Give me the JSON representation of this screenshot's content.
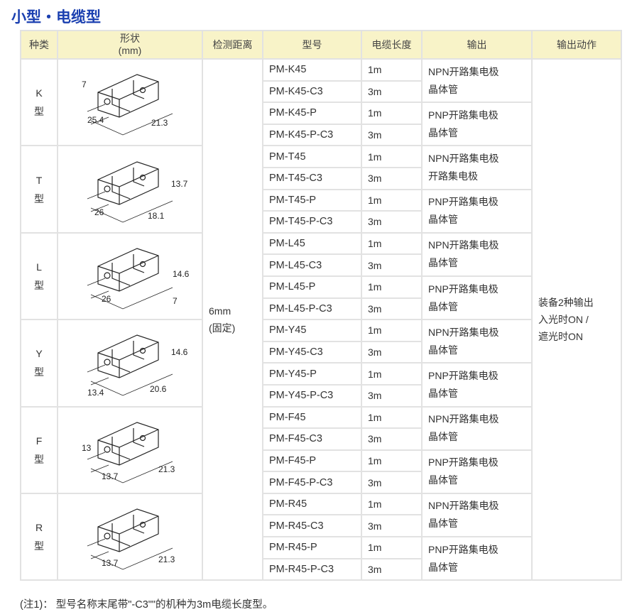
{
  "title": "小型・电缆型",
  "headers": [
    "种类",
    "形状\n(mm)",
    "检测距离",
    "型号",
    "电缆长度",
    "输出",
    "输出动作"
  ],
  "distance": "6mm\n(固定)",
  "action": "装备2种输出\n入光时ON /\n遮光时ON",
  "groups": [
    {
      "type": "K\n型",
      "dims": [
        "7",
        "25.4",
        "21.3"
      ],
      "rows": [
        [
          "PM-K45",
          "1m"
        ],
        [
          "PM-K45-C3",
          "3m"
        ],
        [
          "PM-K45-P",
          "1m"
        ],
        [
          "PM-K45-P-C3",
          "3m"
        ]
      ],
      "outputs": [
        "NPN开路集电极\n晶体管",
        "PNP开路集电极\n晶体管"
      ]
    },
    {
      "type": "T\n型",
      "dims": [
        "13.7",
        "26",
        "18.1"
      ],
      "rows": [
        [
          "PM-T45",
          "1m"
        ],
        [
          "PM-T45-C3",
          "3m"
        ],
        [
          "PM-T45-P",
          "1m"
        ],
        [
          "PM-T45-P-C3",
          "3m"
        ]
      ],
      "outputs": [
        "NPN开路集电极\n开路集电极",
        "PNP开路集电极\n晶体管"
      ]
    },
    {
      "type": "L\n型",
      "dims": [
        "14.6",
        "26",
        "7"
      ],
      "rows": [
        [
          "PM-L45",
          "1m"
        ],
        [
          "PM-L45-C3",
          "3m"
        ],
        [
          "PM-L45-P",
          "1m"
        ],
        [
          "PM-L45-P-C3",
          "3m"
        ]
      ],
      "outputs": [
        "NPN开路集电极\n晶体管",
        "PNP开路集电极\n晶体管"
      ]
    },
    {
      "type": "Y\n型",
      "dims": [
        "14.6",
        "13.4",
        "20.6"
      ],
      "rows": [
        [
          "PM-Y45",
          "1m"
        ],
        [
          "PM-Y45-C3",
          "3m"
        ],
        [
          "PM-Y45-P",
          "1m"
        ],
        [
          "PM-Y45-P-C3",
          "3m"
        ]
      ],
      "outputs": [
        "NPN开路集电极\n晶体管",
        "PNP开路集电极\n晶体管"
      ]
    },
    {
      "type": "F\n型",
      "dims": [
        "13",
        "13.7",
        "21.3"
      ],
      "rows": [
        [
          "PM-F45",
          "1m"
        ],
        [
          "PM-F45-C3",
          "3m"
        ],
        [
          "PM-F45-P",
          "1m"
        ],
        [
          "PM-F45-P-C3",
          "3m"
        ]
      ],
      "outputs": [
        "NPN开路集电极\n晶体管",
        "PNP开路集电极\n晶体管"
      ]
    },
    {
      "type": "R\n型",
      "dims": [
        "13.7",
        "21.3"
      ],
      "rows": [
        [
          "PM-R45",
          "1m"
        ],
        [
          "PM-R45-C3",
          "3m"
        ],
        [
          "PM-R45-P",
          "1m"
        ],
        [
          "PM-R45-P-C3",
          "3m"
        ]
      ],
      "outputs": [
        "NPN开路集电极\n晶体管",
        "PNP开路集电极\n晶体管"
      ]
    }
  ],
  "note": "(注1)：  型号名称末尾带\"-C3\"\"的机种为3m电缆长度型。"
}
